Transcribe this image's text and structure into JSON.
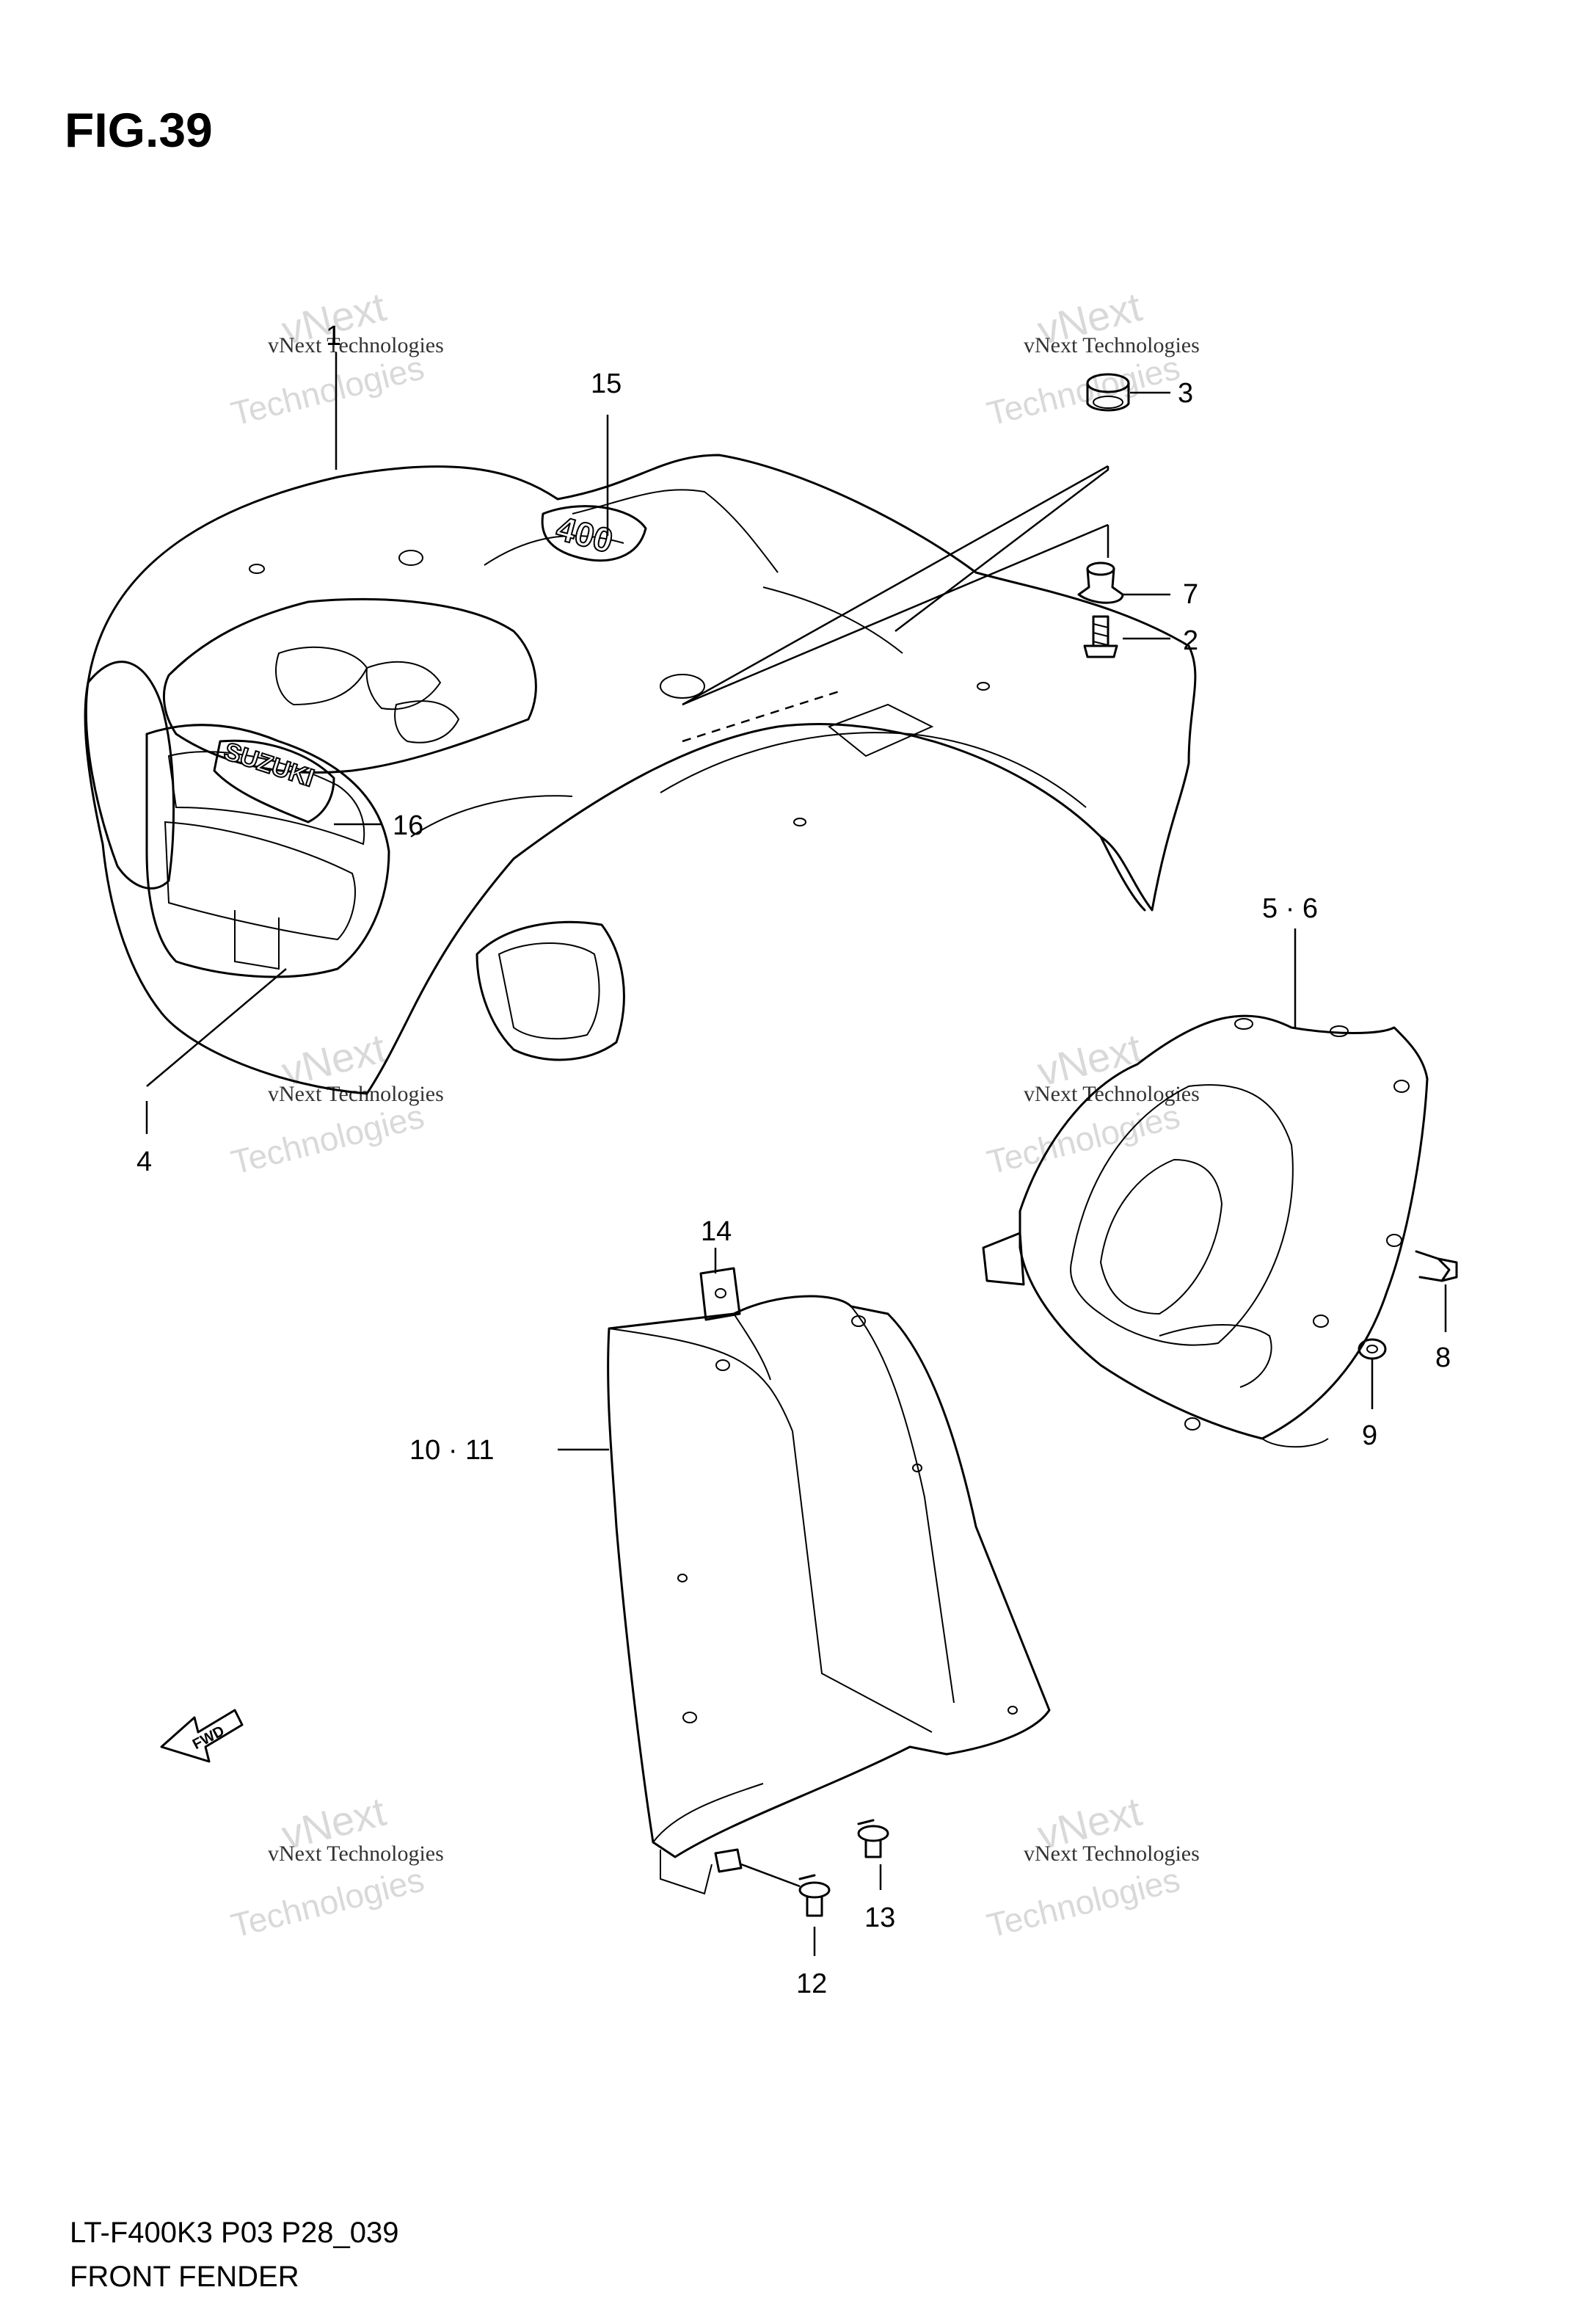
{
  "figure": {
    "title": "FIG.39"
  },
  "footer": {
    "model": "LT-F400K3 P03 P28_039",
    "name": "FRONT FENDER"
  },
  "watermark": {
    "line1": "vNext Technologies",
    "line2": "vNext",
    "line3": "Technologies"
  },
  "emblems": {
    "model_badge": "400",
    "brand_badge": "SUZUKI",
    "fwd_arrow": "FWD"
  },
  "callouts": {
    "p1": "1",
    "p2": "2",
    "p3": "3",
    "p4": "4",
    "p56": "5 · 6",
    "p7": "7",
    "p8": "8",
    "p9": "9",
    "p1011": "10 · 11",
    "p12": "12",
    "p13": "13",
    "p14": "14",
    "p15": "15",
    "p16": "16"
  }
}
